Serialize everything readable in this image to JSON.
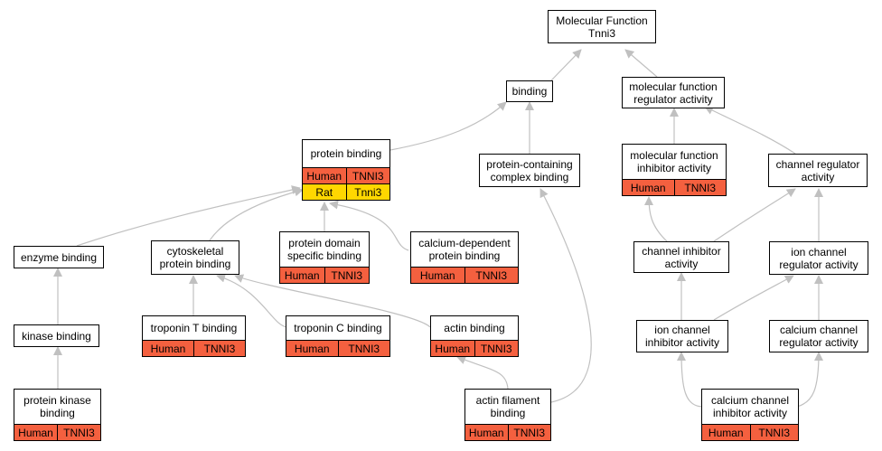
{
  "colors": {
    "human": "#f4603f",
    "rat": "#ffd700",
    "edge": "#c0c0c0"
  },
  "nodes": {
    "root": {
      "label": "Molecular Function\nTnni3",
      "annotations": []
    },
    "binding": {
      "label": "binding",
      "annotations": []
    },
    "mfra": {
      "label": "molecular function\nregulator activity",
      "annotations": []
    },
    "protein_binding": {
      "label": "protein binding",
      "annotations": [
        {
          "species": "Human",
          "gene": "TNNI3",
          "color": "human"
        },
        {
          "species": "Rat",
          "gene": "Tnni3",
          "color": "rat"
        }
      ]
    },
    "pccb": {
      "label": "protein-containing\ncomplex binding",
      "annotations": []
    },
    "mfia": {
      "label": "molecular function\ninhibitor activity",
      "annotations": [
        {
          "species": "Human",
          "gene": "TNNI3",
          "color": "human"
        }
      ]
    },
    "cra": {
      "label": "channel regulator\nactivity",
      "annotations": []
    },
    "enzyme_binding": {
      "label": "enzyme binding",
      "annotations": []
    },
    "cytoskeletal": {
      "label": "cytoskeletal\nprotein binding",
      "annotations": []
    },
    "pdsb": {
      "label": "protein domain\nspecific binding",
      "annotations": [
        {
          "species": "Human",
          "gene": "TNNI3",
          "color": "human"
        }
      ]
    },
    "cdpb": {
      "label": "calcium-dependent\nprotein binding",
      "annotations": [
        {
          "species": "Human",
          "gene": "TNNI3",
          "color": "human"
        }
      ]
    },
    "cia": {
      "label": "channel inhibitor\nactivity",
      "annotations": []
    },
    "icra": {
      "label": "ion channel\nregulator activity",
      "annotations": []
    },
    "kinase_binding": {
      "label": "kinase binding",
      "annotations": []
    },
    "troponin_t": {
      "label": "troponin T binding",
      "annotations": [
        {
          "species": "Human",
          "gene": "TNNI3",
          "color": "human"
        }
      ]
    },
    "troponin_c": {
      "label": "troponin C binding",
      "annotations": [
        {
          "species": "Human",
          "gene": "TNNI3",
          "color": "human"
        }
      ]
    },
    "actin_binding": {
      "label": "actin binding",
      "annotations": [
        {
          "species": "Human",
          "gene": "TNNI3",
          "color": "human"
        }
      ]
    },
    "icia": {
      "label": "ion channel\ninhibitor activity",
      "annotations": []
    },
    "ccra": {
      "label": "calcium channel\nregulator activity",
      "annotations": []
    },
    "pkb": {
      "label": "protein kinase\nbinding",
      "annotations": [
        {
          "species": "Human",
          "gene": "TNNI3",
          "color": "human"
        }
      ]
    },
    "afb": {
      "label": "actin filament\nbinding",
      "annotations": [
        {
          "species": "Human",
          "gene": "TNNI3",
          "color": "human"
        }
      ]
    },
    "ccia": {
      "label": "calcium channel\ninhibitor activity",
      "annotations": [
        {
          "species": "Human",
          "gene": "TNNI3",
          "color": "human"
        }
      ]
    }
  }
}
